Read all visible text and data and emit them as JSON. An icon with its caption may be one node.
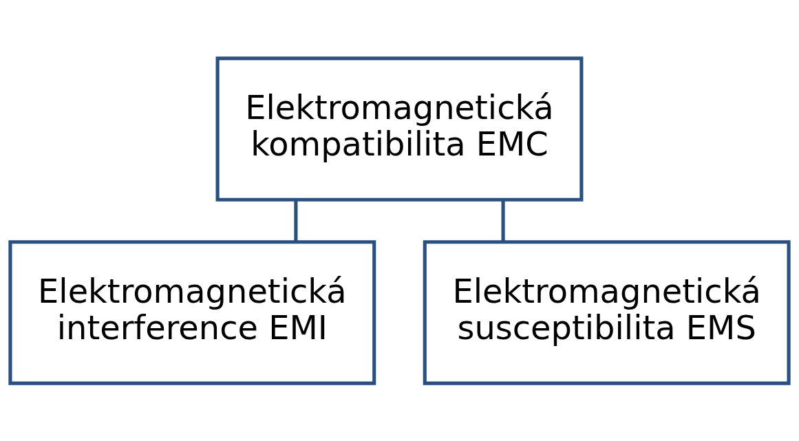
{
  "diagram": {
    "nodes": [
      {
        "text": [
          "Elektromagnetická kompatibilita EMC"
        ]
      },
      {
        "text": [
          "Elektromagnetická interference EMI"
        ]
      },
      {
        "text": [
          "Elektromagnetická susceptibilita EMS"
        ]
      }
    ],
    "edges": [
      {
        "from": 0,
        "to": 1,
        "arrow": "none"
      },
      {
        "from": 0,
        "to": 2,
        "arrow": "none"
      }
    ]
  }
}
